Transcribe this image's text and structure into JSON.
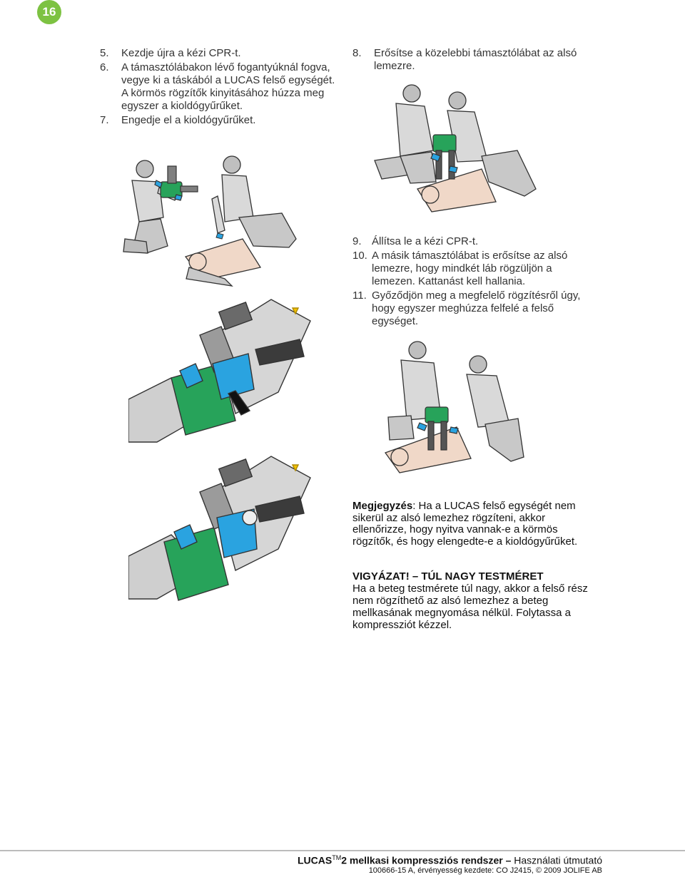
{
  "page_number": "16",
  "steps_left": [
    {
      "num": "5.",
      "text": "Kezdje újra a kézi CPR-t."
    },
    {
      "num": "6.",
      "text": "A támasztólábakon lévő fogantyúknál fogva, vegye ki a táskából a LUCAS felső egységét. A körmös rögzítők kinyitásához húzza meg egyszer a kioldógyűrűket."
    },
    {
      "num": "7.",
      "text": "Engedje el a kioldógyűrűket."
    }
  ],
  "steps_right_top": [
    {
      "num": "8.",
      "text": "Erősítse a közelebbi támasztólábat az alsó lemezre."
    }
  ],
  "steps_right_mid": [
    {
      "num": "9.",
      "text": "Állítsa le a kézi CPR-t."
    },
    {
      "num": "10.",
      "text": "A másik támasztólábat is erősítse az alsó lemezre, hogy mindkét láb rögzüljön a lemezen. Kattanást kell hallania."
    },
    {
      "num": "11.",
      "text": "Győződjön meg a megfelelő rögzítésről úgy, hogy egyszer meghúzza felfelé a felső egységet."
    }
  ],
  "note": {
    "label": "Megjegyzés",
    "text": ": Ha a LUCAS felső egységét nem sikerül az alsó lemezhez rögzíteni, akkor ellenőrizze, hogy nyitva vannak-e a körmös rögzítők, és hogy elengedte-e a kioldógyűrűket."
  },
  "warning": {
    "title": "VIGYÁZAT! – TÚL NAGY TESTMÉRET",
    "text": "Ha a beteg testmérete túl nagy, akkor a felső rész nem rögzíthető az alsó lemezhez a beteg mellkasának megnyomása nélkül. Folytassa a kompressziót kézzel."
  },
  "footer": {
    "brand": "LUCAS",
    "tm": "TM",
    "product": "2 mellkasi kompressziós rendszer",
    "dash": " – ",
    "subtitle": "Használati útmutató",
    "ref": "100666-15 A, érvényesség kezdete: CO J2415, © 2009 JOLIFE AB"
  },
  "colors": {
    "badge": "#7dc242",
    "gloves": "#2aa3e0",
    "device_green": "#27a35a"
  }
}
